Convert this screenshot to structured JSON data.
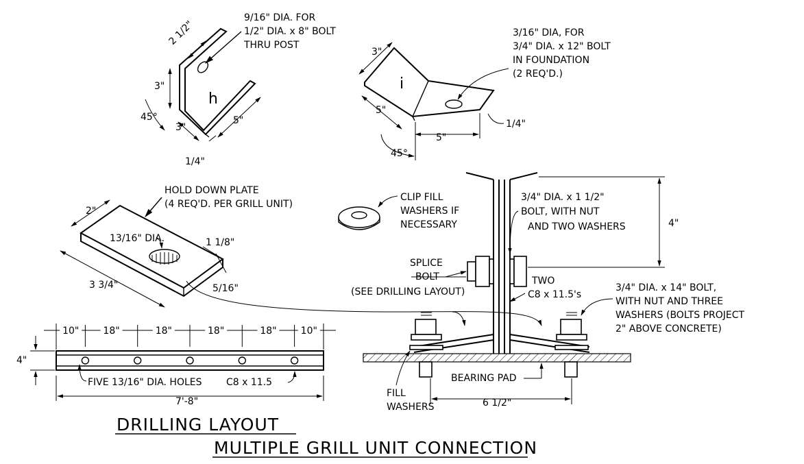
{
  "angle_h": {
    "letter": "h",
    "hole_note": [
      "9/16\" DIA. FOR",
      "1/2\" DIA. x 8\" BOLT",
      "THRU POST"
    ],
    "dims": {
      "flange": "2 1/2\"",
      "height": "3\"",
      "leg_a": "3\"",
      "leg_b": "5\"",
      "angle": "45°",
      "thickness": "1/4\""
    }
  },
  "angle_i": {
    "letter": "i",
    "hole_note": [
      "3/16\" DIA, FOR",
      "3/4\" DIA. x 12\" BOLT",
      "IN FOUNDATION",
      "(2 REQ'D.)"
    ],
    "dims": {
      "width": "3\"",
      "leg_a": "5\"",
      "leg_b": "5\"",
      "angle": "45°",
      "thickness": "1/4\""
    }
  },
  "hold_down_plate": {
    "note": [
      "HOLD DOWN PLATE",
      "(4 REQ'D. PER GRILL UNIT)"
    ],
    "width": "2\"",
    "hole": "13/16\" DIA.",
    "edge": "1 1/8\"",
    "length": "3 3/4\"",
    "thickness": "5/16\""
  },
  "clip_washer_note": [
    "CLIP FILL",
    "WASHERS IF",
    "NECESSARY"
  ],
  "connection": {
    "top_bolt": [
      "3/4\" DIA. x 1 1/2\"",
      "BOLT, WITH NUT",
      "AND TWO WASHERS"
    ],
    "depth": "4\"",
    "splice_bolt": [
      "SPLICE",
      "BOLT",
      "(SEE DRILLING LAYOUT)"
    ],
    "channels": [
      "TWO",
      "C8 x 11.5's"
    ],
    "anchor_bolt": [
      "3/4\" DIA. x 14\" BOLT,",
      "WITH NUT AND THREE",
      "WASHERS (BOLTS PROJECT",
      "2\" ABOVE CONCRETE)"
    ],
    "bearing_pad": "BEARING PAD",
    "fill_washers": [
      "FILL",
      "WASHERS"
    ],
    "spacing": "6 1/2\""
  },
  "drilling_layout": {
    "spacings": [
      "10\"",
      "18\"",
      "18\"",
      "18\"",
      "18\"",
      "10\""
    ],
    "depth": "4\"",
    "holes_note": "FIVE 13/16\" DIA. HOLES",
    "channel": "C8 x 11.5",
    "length": "7'-8\""
  },
  "titles": {
    "drilling": "DRILLING LAYOUT",
    "main": "MULTIPLE GRILL UNIT CONNECTION"
  }
}
